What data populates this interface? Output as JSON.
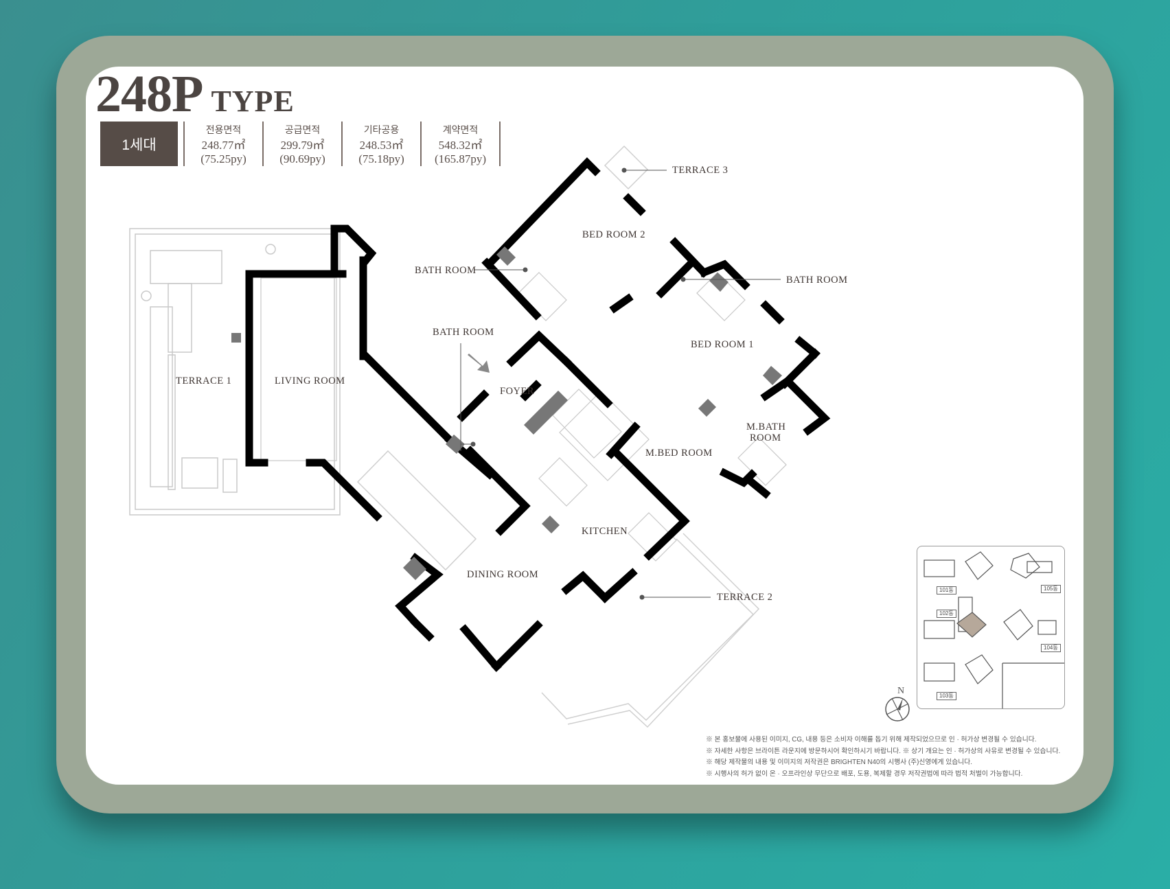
{
  "title": {
    "number": "248P",
    "suffix": "TYPE"
  },
  "units_badge": "1세대",
  "areas": [
    {
      "label": "전용면적",
      "m2": "248.77㎡",
      "py": "(75.25py)"
    },
    {
      "label": "공급면적",
      "m2": "299.79㎡",
      "py": "(90.69py)"
    },
    {
      "label": "기타공용",
      "m2": "248.53㎡",
      "py": "(75.18py)"
    },
    {
      "label": "계약면적",
      "m2": "548.32㎡",
      "py": "(165.87py)"
    }
  ],
  "rooms": {
    "terrace1": "TERRACE 1",
    "living": "LIVING ROOM",
    "dining": "DINING ROOM",
    "kitchen": "KITCHEN",
    "foyer": "FOYER",
    "bath_foyer": "BATH ROOM",
    "bath_bed2": "BATH ROOM",
    "bath_bed1": "BATH ROOM",
    "bed2": "BED ROOM 2",
    "bed1": "BED ROOM 1",
    "mbed": "M.BED ROOM",
    "mbath_1": "M.BATH",
    "mbath_2": "ROOM",
    "terrace2": "TERRACE 2",
    "terrace3": "TERRACE 3"
  },
  "key_plan": {
    "buildings": [
      "101동",
      "102동",
      "103동",
      "104동",
      "105동"
    ],
    "highlight_color": "#b6a89a"
  },
  "compass_label": "N",
  "notes": [
    "※ 본 홍보물에 사용된 이미지, CG, 내용 등은 소비자 이해를 돕기 위해 제작되었으므로 인 · 허가상 변경될 수 있습니다.",
    "※ 자세한 사항은 브라이튼 라운지에 방문하시어 확인하시기 바랍니다. ※ 상기 개요는 인 · 허가상의 사유로 변경될 수 있습니다.",
    "※ 해당 제작물의 내용 및 이미지의 저작권은 BRIGHTEN N40의 시행사 (주)신영에게 있습니다.",
    "※ 시행사의 허가 없이 온 · 오프라인상 무단으로 배포, 도용, 복제할 경우 저작권법에 따라 법적 처벌이 가능합니다."
  ],
  "colors": {
    "background": "#2f9e9a",
    "frame": "#9da897",
    "title": "#4b4441",
    "badge": "#564c47",
    "wall": "#000000"
  }
}
